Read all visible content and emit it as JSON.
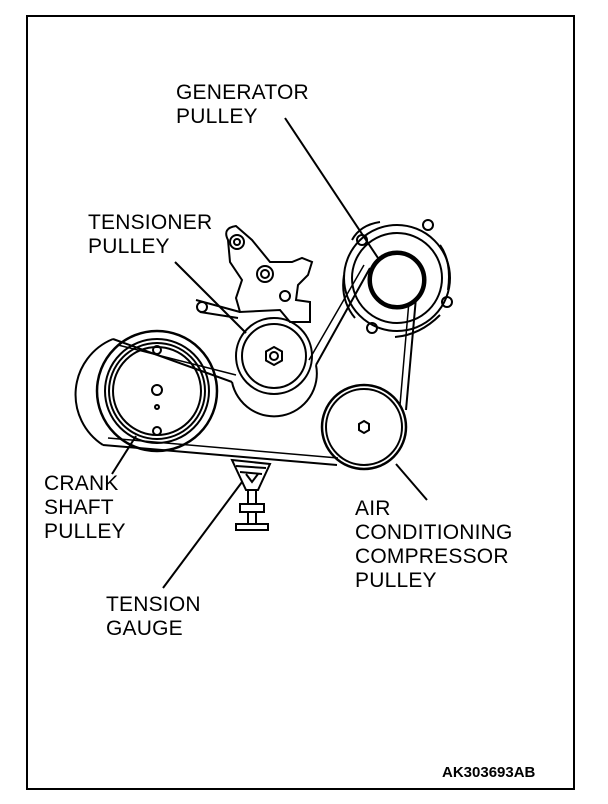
{
  "labels": {
    "generator": [
      "GENERATOR",
      "PULLEY"
    ],
    "tensioner": [
      "TENSIONER",
      "PULLEY"
    ],
    "crank": [
      "CRANK",
      "SHAFT",
      "PULLEY"
    ],
    "ac": [
      "AIR",
      "CONDITIONING",
      "COMPRESSOR",
      "PULLEY"
    ],
    "gauge": [
      "TENSION",
      "GAUGE"
    ]
  },
  "figure_code": "AK303693AB"
}
